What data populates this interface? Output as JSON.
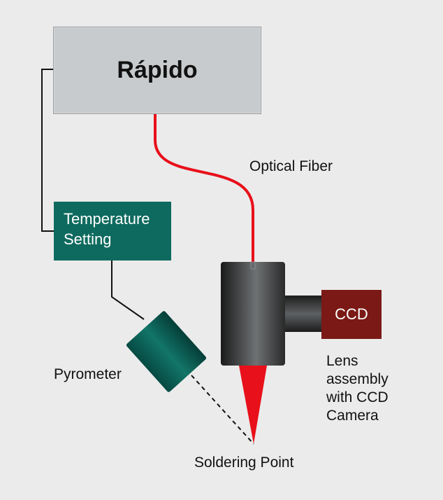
{
  "diagram": {
    "laser_unit": "Rápido",
    "temperature_box": "Temperature\nSetting",
    "camera_box": "CCD",
    "labels": {
      "optical_fiber": "Optical Fiber",
      "pyrometer": "Pyrometer",
      "soldering_point": "Soldering Point",
      "lens_assembly": "Lens\nassembly\nwith CCD\nCamera"
    }
  },
  "colors": {
    "background": "#ebebeb",
    "laser_unit_fill": "#c8cbcd",
    "temperature_fill": "#0e6a5e",
    "camera_fill": "#7a1915",
    "fiber_and_beam": "#e8101a",
    "pyrometer_fill": "#0b5a52"
  }
}
